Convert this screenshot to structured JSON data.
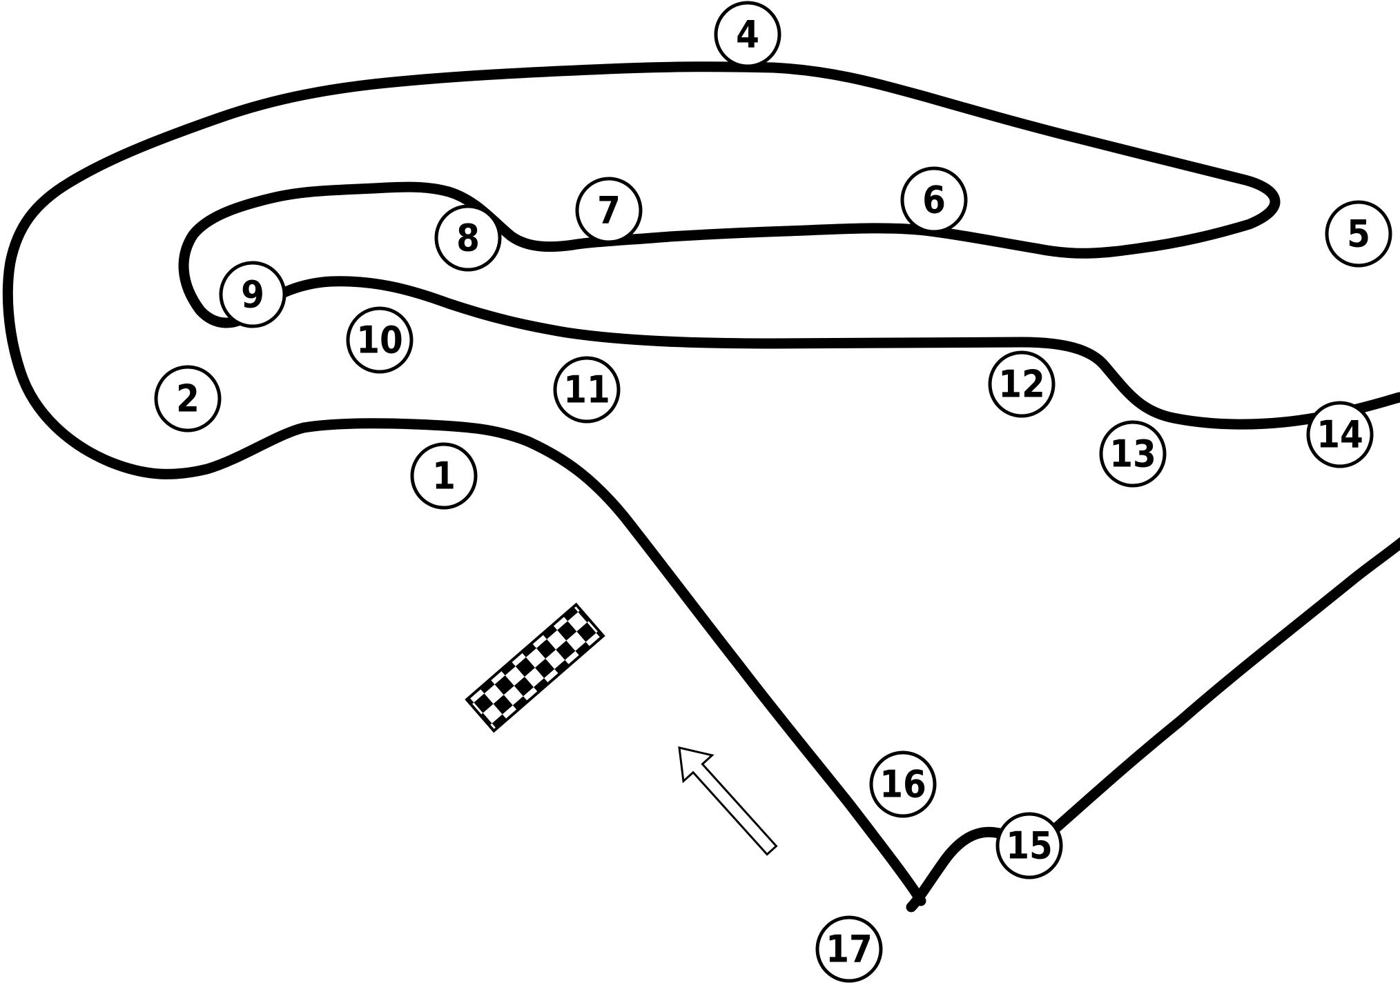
{
  "track": {
    "line_color": "#000000",
    "background": "#ffffff"
  },
  "turns": [
    {
      "number": "1"
    },
    {
      "number": "2"
    },
    {
      "number": "4"
    },
    {
      "number": "5"
    },
    {
      "number": "6"
    },
    {
      "number": "7"
    },
    {
      "number": "8"
    },
    {
      "number": "9"
    },
    {
      "number": "10"
    },
    {
      "number": "11"
    },
    {
      "number": "12"
    },
    {
      "number": "13"
    },
    {
      "number": "14"
    },
    {
      "number": "15"
    },
    {
      "number": "16"
    },
    {
      "number": "17"
    }
  ],
  "start_finish": {
    "flag_icon": "checkered-flag-icon",
    "direction_icon": "direction-arrow-icon"
  }
}
